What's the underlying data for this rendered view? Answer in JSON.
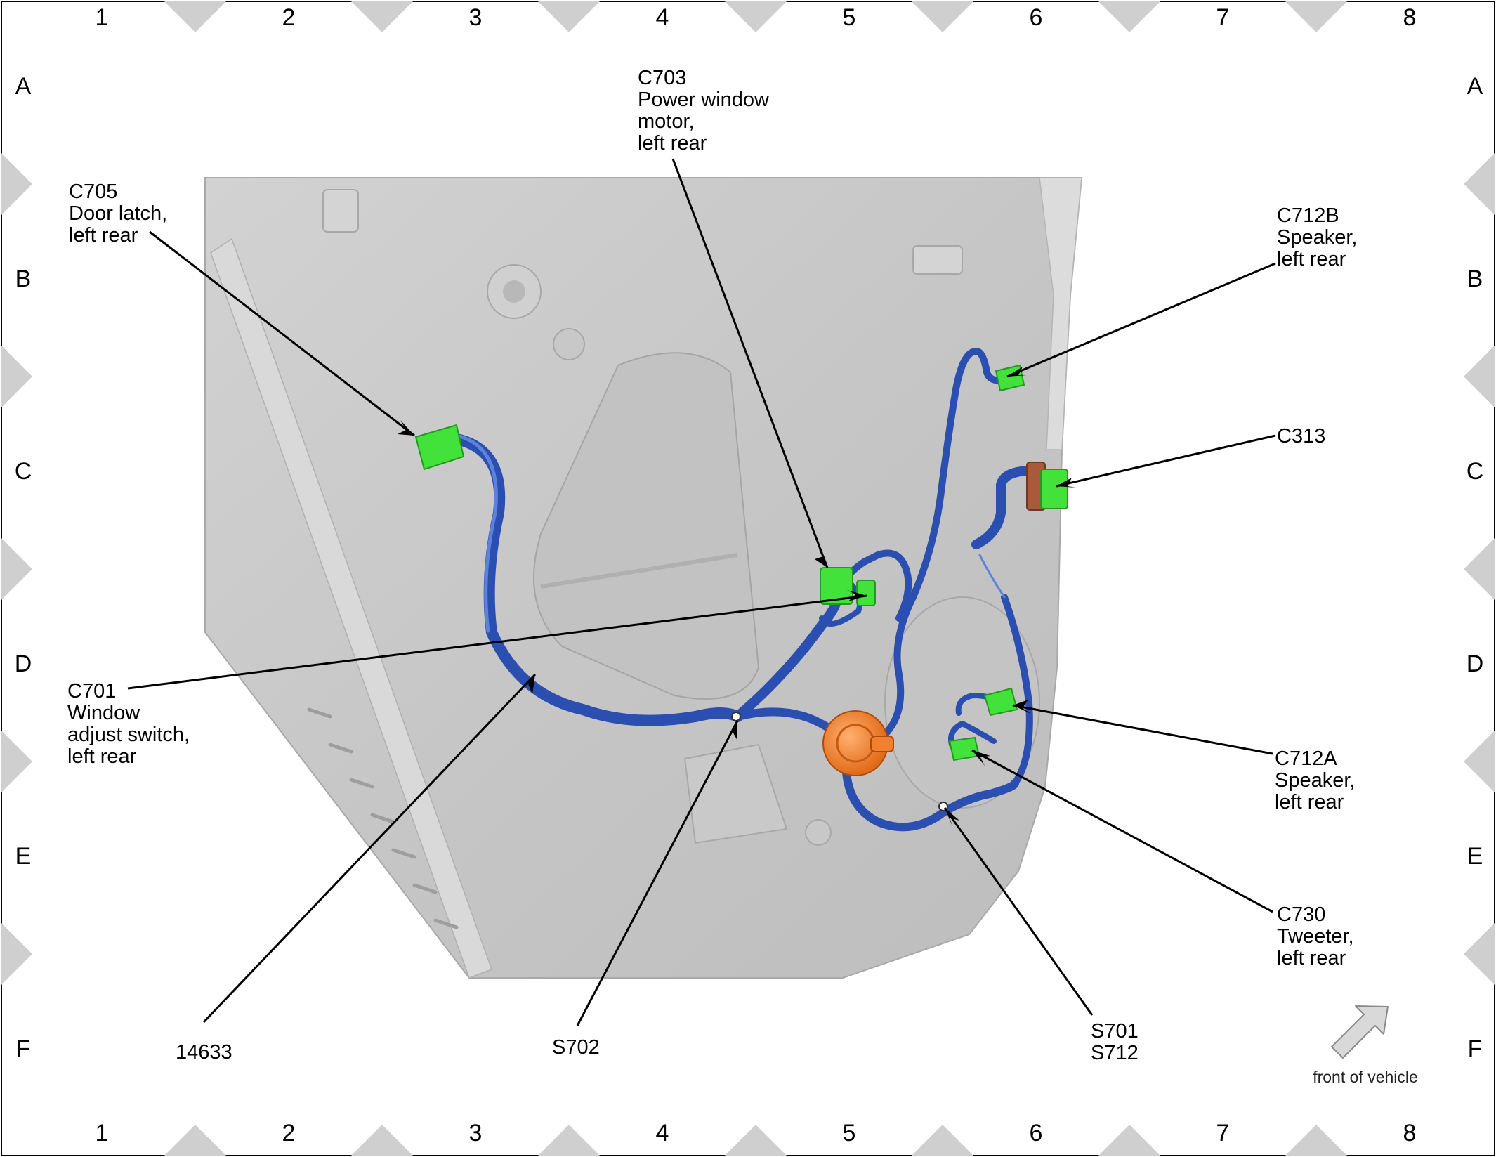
{
  "grid": {
    "columns": [
      "1",
      "2",
      "3",
      "4",
      "5",
      "6",
      "7",
      "8"
    ],
    "rows": [
      "A",
      "B",
      "C",
      "D",
      "E",
      "F"
    ]
  },
  "callouts": {
    "c705": [
      "C705",
      "Door latch,",
      "left rear"
    ],
    "c703": [
      "C703",
      "Power window",
      "motor,",
      "left rear"
    ],
    "c712b": [
      "C712B",
      "Speaker,",
      "left rear"
    ],
    "c313": [
      "C313"
    ],
    "c701": [
      "C701",
      "Window",
      "adjust switch,",
      "left rear"
    ],
    "c712a": [
      "C712A",
      "Speaker,",
      "left rear"
    ],
    "c730": [
      "C730",
      "Tweeter,",
      "left rear"
    ],
    "p14633": [
      "14633"
    ],
    "s702": [
      "S702"
    ],
    "s701_s712": [
      "S701",
      "S712"
    ]
  },
  "orientation": {
    "label": "front of vehicle",
    "icon": "arrow-up-right-icon"
  },
  "colors": {
    "harness": "#2b4fb0",
    "connector": "#43e23b",
    "motor": "#f08030",
    "door_panel": "#cccccc",
    "border_diamond": "#cfcfcf"
  }
}
